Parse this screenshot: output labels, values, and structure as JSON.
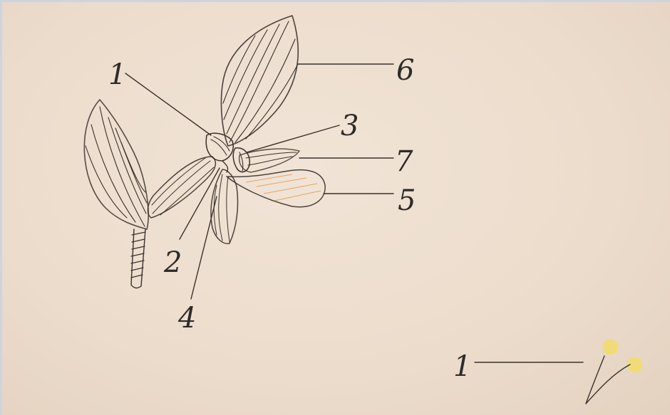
{
  "diagram": {
    "callouts": [
      {
        "id": "c1",
        "label": "1"
      },
      {
        "id": "c2",
        "label": "2"
      },
      {
        "id": "c3",
        "label": "3"
      },
      {
        "id": "c4",
        "label": "4"
      },
      {
        "id": "c5",
        "label": "5"
      },
      {
        "id": "c6",
        "label": "6"
      },
      {
        "id": "c7",
        "label": "7"
      },
      {
        "id": "c1b",
        "label": "1"
      }
    ]
  },
  "colors": {
    "paper": "#ecdccc",
    "ink": "#3a312b",
    "petal_red": "#e7a08c",
    "leaf_green": "#9ec68a",
    "lip_orange": "#f2b56a",
    "pollen_yellow": "#f1dc6a"
  }
}
